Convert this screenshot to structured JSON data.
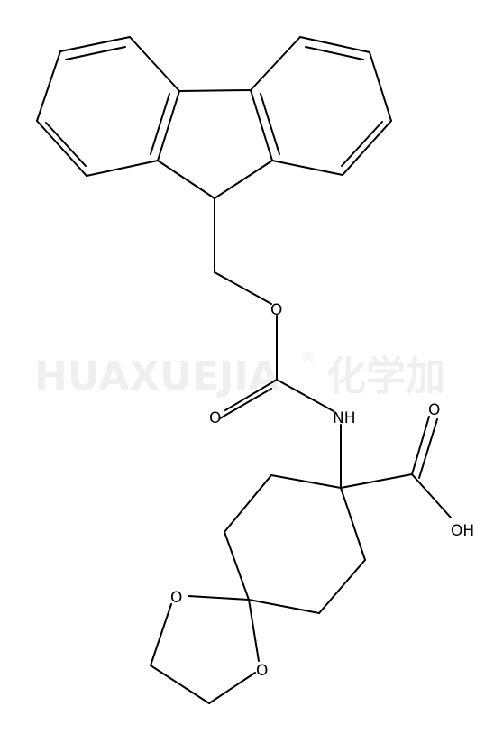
{
  "watermark": {
    "text": "HUAXUEJIA",
    "registered": "®",
    "chinese": "化学加"
  },
  "atoms": {
    "o_ether": "O",
    "o_carbonyl": "O",
    "nh": "NH",
    "o_acid_carbonyl": "O",
    "oh": "OH",
    "o_ketal_1": "O",
    "o_ketal_2": "O"
  }
}
